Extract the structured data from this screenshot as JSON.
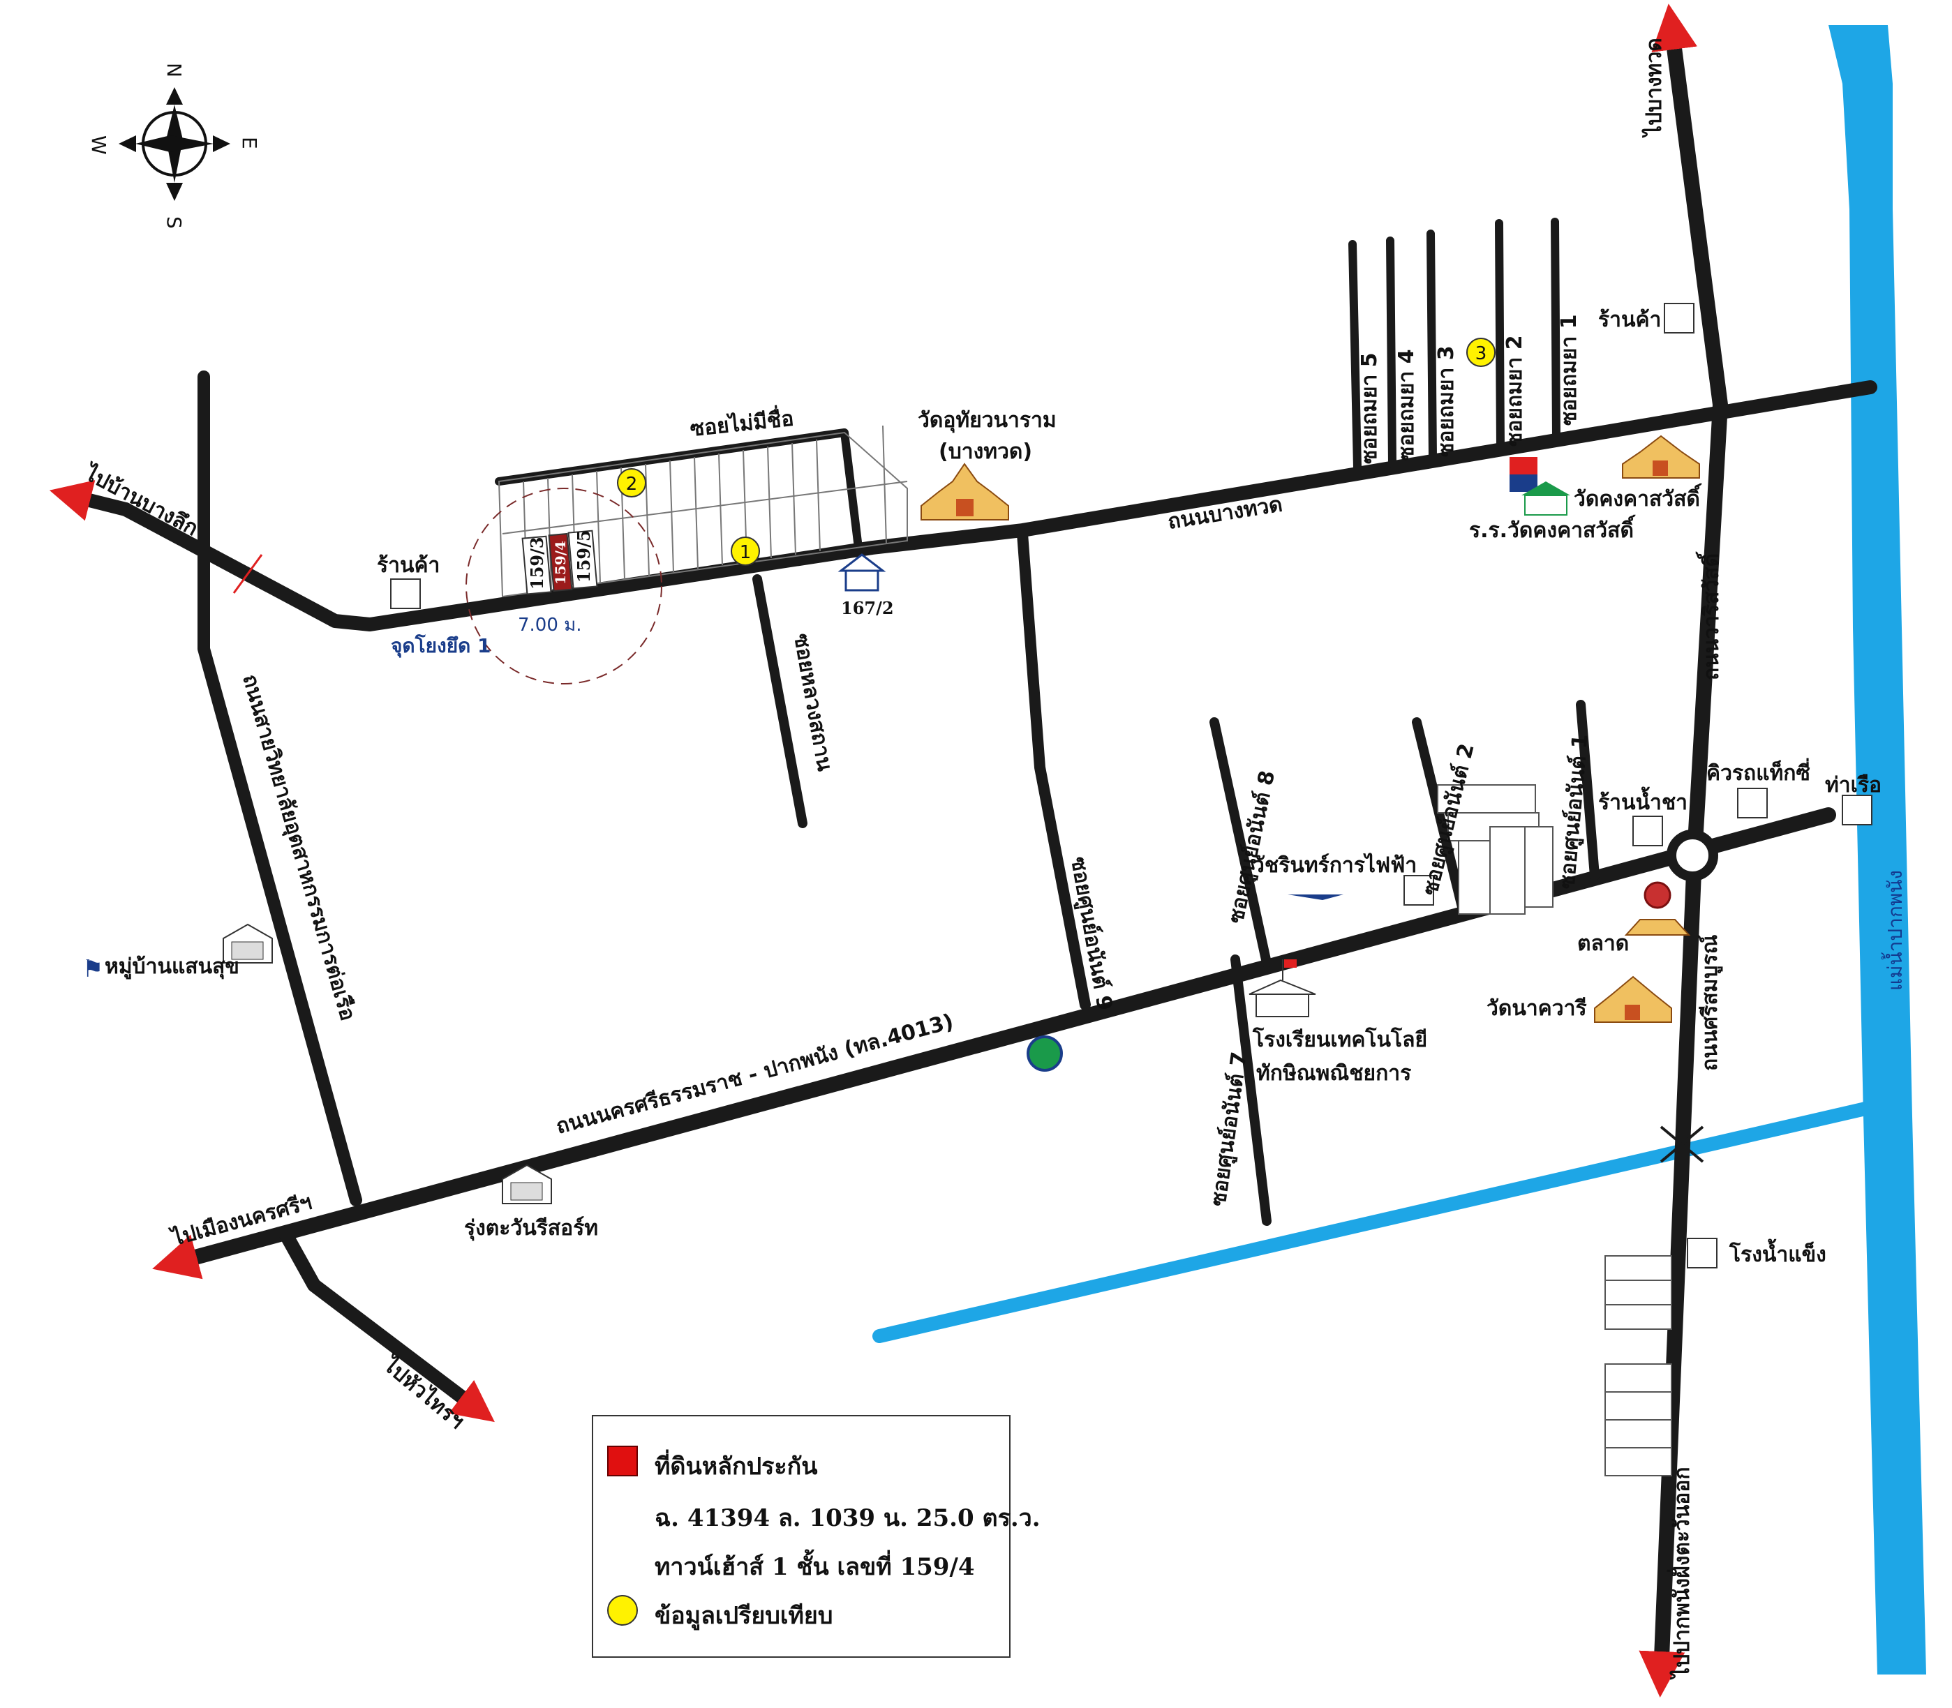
{
  "compass": {
    "n": "N",
    "s": "S",
    "e": "E",
    "w": "W"
  },
  "roads": {
    "bang_thuat": "ถนนบางทวด",
    "nakhon_pakpanang": "ถนนนครศรีธรรมราช - ปากพนัง (ทล.4013)",
    "sri_somboon": "ถนนศรีสมบูรณ์",
    "warasawat": "ถนนวาริสวัสดิ์",
    "college_road": "ถนนสายวิทยาลัยอุตสาหกรรมการต่อเรือ",
    "soi_no_name": "ซอยไม่มีชื่อ",
    "soi_luang_sathan": "ซอยหลวงสถาน",
    "soi_sun_anan_9": "ซอยศูนย์อนันต์ 9",
    "soi_sun_anan_8": "ซอยศูนย์อนันต์ 8",
    "soi_sun_anan_7": "ซอยศูนย์อนันต์ 7",
    "soi_sun_anan_2": "ซอยศูนย์อนันต์ 2",
    "soi_sun_anan_1": "ซอยศูนย์อนันต์ 1",
    "soi_thammaya_5": "ซอยถมยา 5",
    "soi_thammaya_4": "ซอยถมยา 4",
    "soi_thammaya_3": "ซอยถมยา 3",
    "soi_thammaya_2": "ซอยถมยา 2",
    "soi_thammaya_1": "ซอยถมยา 1"
  },
  "directions": {
    "to_ban_bang_lik": "ไปบ้านบางลึก",
    "to_mueang": "ไปเมืองนครศรีฯ",
    "to_hua_sai": "ไปหัวไทรฯ",
    "to_bang_thuat": "ไปบางทวด",
    "to_pakpanang_east": "ไปปากพนังฝั่งตะวันออก"
  },
  "places": {
    "shop_left": "ร้านค้า",
    "shop_right": "ร้านค้า",
    "wat_uthai_line1": "วัดอุทัยวนาราม",
    "wat_uthai_line2": "(บางทวด)",
    "wat_khongkha": "วัดคงคาสวัสดิ์",
    "school_khongkha": "ร.ร.วัดคงคาสวัสดิ์",
    "tea_shop": "ร้านน้ำชา",
    "taxi_queue": "คิวรถแท็กซี่",
    "pier": "ท่าเรือ",
    "market": "ตลาด",
    "wat_nawari": "วัดนาควารี",
    "electric_shop": "วัชรินทร์การไฟฟ้า",
    "school_tech_1": "โรงเรียนเทคโนโลยี",
    "school_tech_2": "ทักษิณพณิชยการ",
    "village": "หมู่บ้านแสนสุข",
    "resort": "รุ่งตะวันรีสอร์ท",
    "ice_factory": "โรงน้ำแข็ง",
    "river": "แม่น้ำปากพนัง",
    "start_point": "จุดโยงยึด 1",
    "house_167": "167/2"
  },
  "plot": {
    "lot_159_3": "159/3",
    "lot_159_4": "159/4",
    "lot_159_5": "159/5",
    "width": "7.00 ม."
  },
  "markers": {
    "m1": "1",
    "m2": "2",
    "m3": "3"
  },
  "legend": {
    "collateral": "ที่ดินหลักประกัน",
    "deed_line": "ฉ. 41394  ล. 1039  น. 25.0  ตร.ว.",
    "townhouse_line": "ทาวน์เฮ้าส์ 1 ชั้น เลขที่ 159/4",
    "comparison": "ข้อมูลเปรียบเทียบ"
  },
  "colors": {
    "road": "#1a1a1a",
    "water": "#1ea6e6",
    "collateral": "#e01010",
    "marker": "#fff200",
    "arrow": "#e02020"
  }
}
